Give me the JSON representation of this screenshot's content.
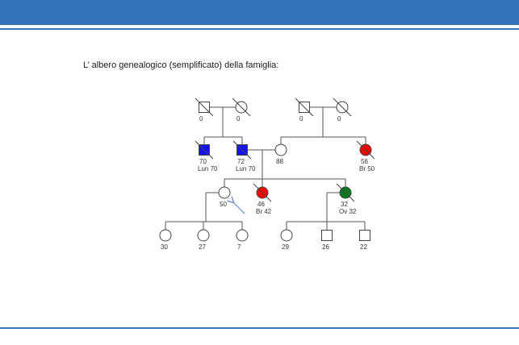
{
  "caption": "L’ albero genealogico (semplificato) della famiglia:",
  "colors": {
    "header": "#3573b9",
    "affected_lung": "#1414f0",
    "affected_breast": "#ff0000",
    "affected_ovary": "#0b7a1e",
    "line": "#555555"
  },
  "pedigree": {
    "individuals": [
      {
        "id": "g1-m1",
        "sex": "male",
        "deceased": true,
        "affected": null,
        "label1": "0",
        "label2": ""
      },
      {
        "id": "g1-f1",
        "sex": "female",
        "deceased": true,
        "affected": null,
        "label1": "0",
        "label2": ""
      },
      {
        "id": "g1-m2",
        "sex": "male",
        "deceased": true,
        "affected": null,
        "label1": "0",
        "label2": ""
      },
      {
        "id": "g1-f2",
        "sex": "female",
        "deceased": true,
        "affected": null,
        "label1": "0",
        "label2": ""
      },
      {
        "id": "g2-m1",
        "sex": "male",
        "deceased": true,
        "affected": "lung",
        "label1": "70",
        "label2": "Lun 70"
      },
      {
        "id": "g2-m2",
        "sex": "male",
        "deceased": true,
        "affected": "lung",
        "label1": "72",
        "label2": "Lun 70"
      },
      {
        "id": "g2-f1",
        "sex": "female",
        "deceased": false,
        "affected": null,
        "label1": "88",
        "label2": ""
      },
      {
        "id": "g2-f2",
        "sex": "female",
        "deceased": true,
        "affected": "breast",
        "label1": "56",
        "label2": "Br 50"
      },
      {
        "id": "g3-f1",
        "sex": "female",
        "deceased": false,
        "affected": null,
        "label1": "50",
        "label2": "",
        "proband": true
      },
      {
        "id": "g3-f2",
        "sex": "female",
        "deceased": true,
        "affected": "breast",
        "label1": "46",
        "label2": "Br 42"
      },
      {
        "id": "g3-f3",
        "sex": "female",
        "deceased": true,
        "affected": "ovary",
        "label1": "32",
        "label2": "Ov 32"
      },
      {
        "id": "g4-f1",
        "sex": "female",
        "deceased": false,
        "affected": null,
        "label1": "30",
        "label2": ""
      },
      {
        "id": "g4-f2",
        "sex": "female",
        "deceased": false,
        "affected": null,
        "label1": "27",
        "label2": ""
      },
      {
        "id": "g4-f3",
        "sex": "female",
        "deceased": false,
        "affected": null,
        "label1": "7",
        "label2": ""
      },
      {
        "id": "g4-f4",
        "sex": "female",
        "deceased": false,
        "affected": null,
        "label1": "29",
        "label2": ""
      },
      {
        "id": "g4-m1",
        "sex": "male",
        "deceased": false,
        "affected": null,
        "label1": "26",
        "label2": ""
      },
      {
        "id": "g4-m2",
        "sex": "male",
        "deceased": false,
        "affected": null,
        "label1": "22",
        "label2": ""
      }
    ]
  }
}
